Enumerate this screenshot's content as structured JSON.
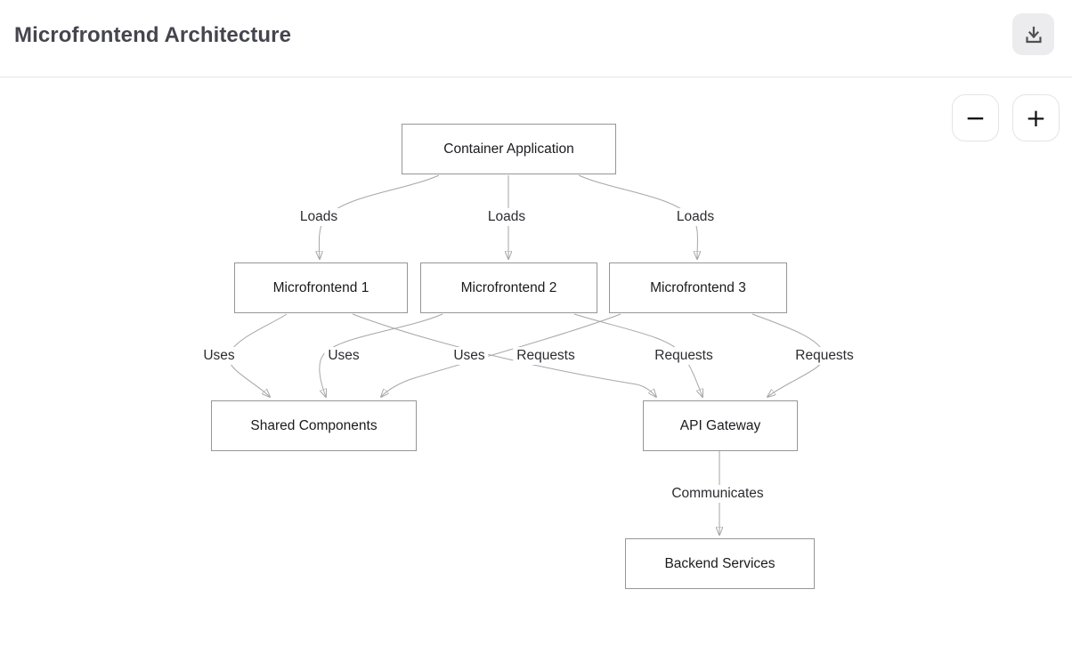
{
  "header": {
    "title": "Microfrontend Architecture"
  },
  "controls": {
    "zoom_out_glyph": "−",
    "zoom_in_glyph": "+"
  },
  "icons": {
    "download": "download-icon",
    "zoom_out": "minus-icon",
    "zoom_in": "plus-icon"
  },
  "colors": {
    "node_border": "#969696",
    "edge_line": "#a6a6a6",
    "arrowhead": "#999999",
    "title_text": "#45454e",
    "download_button_bg": "#ececee",
    "zoom_button_border": "#e4e4e7"
  },
  "diagram": {
    "nodes": [
      {
        "id": "container",
        "label": "Container Application"
      },
      {
        "id": "mf1",
        "label": "Microfrontend 1"
      },
      {
        "id": "mf2",
        "label": "Microfrontend 2"
      },
      {
        "id": "mf3",
        "label": "Microfrontend 3"
      },
      {
        "id": "shared",
        "label": "Shared Components"
      },
      {
        "id": "api",
        "label": "API Gateway"
      },
      {
        "id": "backend",
        "label": "Backend Services"
      }
    ],
    "edges": [
      {
        "from": "container",
        "to": "mf1",
        "label": "Loads"
      },
      {
        "from": "container",
        "to": "mf2",
        "label": "Loads"
      },
      {
        "from": "container",
        "to": "mf3",
        "label": "Loads"
      },
      {
        "from": "mf1",
        "to": "shared",
        "label": "Uses"
      },
      {
        "from": "mf2",
        "to": "shared",
        "label": "Uses"
      },
      {
        "from": "mf3",
        "to": "shared",
        "label": "Uses"
      },
      {
        "from": "mf1",
        "to": "api",
        "label": "Requests"
      },
      {
        "from": "mf2",
        "to": "api",
        "label": "Requests"
      },
      {
        "from": "mf3",
        "to": "api",
        "label": "Requests"
      },
      {
        "from": "api",
        "to": "backend",
        "label": "Communicates"
      }
    ]
  }
}
